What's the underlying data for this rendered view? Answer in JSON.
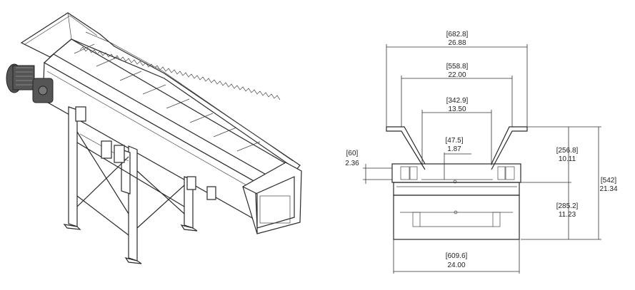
{
  "dimensions": {
    "overall_top_width": {
      "mm": "[682.8]",
      "in": "26.88"
    },
    "hopper_inner_width": {
      "mm": "[558.8]",
      "in": "22.00"
    },
    "belt_width": {
      "mm": "[342.9]",
      "in": "13.50"
    },
    "small_center": {
      "mm": "[47.5]",
      "in": "1.87"
    },
    "left_height": {
      "mm": "[60]",
      "in": "2.36"
    },
    "hopper_height": {
      "mm": "[256.8]",
      "in": "10.11"
    },
    "overall_height": {
      "mm": "[542]",
      "in": "21.34"
    },
    "frame_height": {
      "mm": "[285.2]",
      "in": "11.23"
    },
    "base_width": {
      "mm": "[609.6]",
      "in": "24.00"
    }
  },
  "colors": {
    "line": "#2a2a2a",
    "motor": "#555555"
  }
}
